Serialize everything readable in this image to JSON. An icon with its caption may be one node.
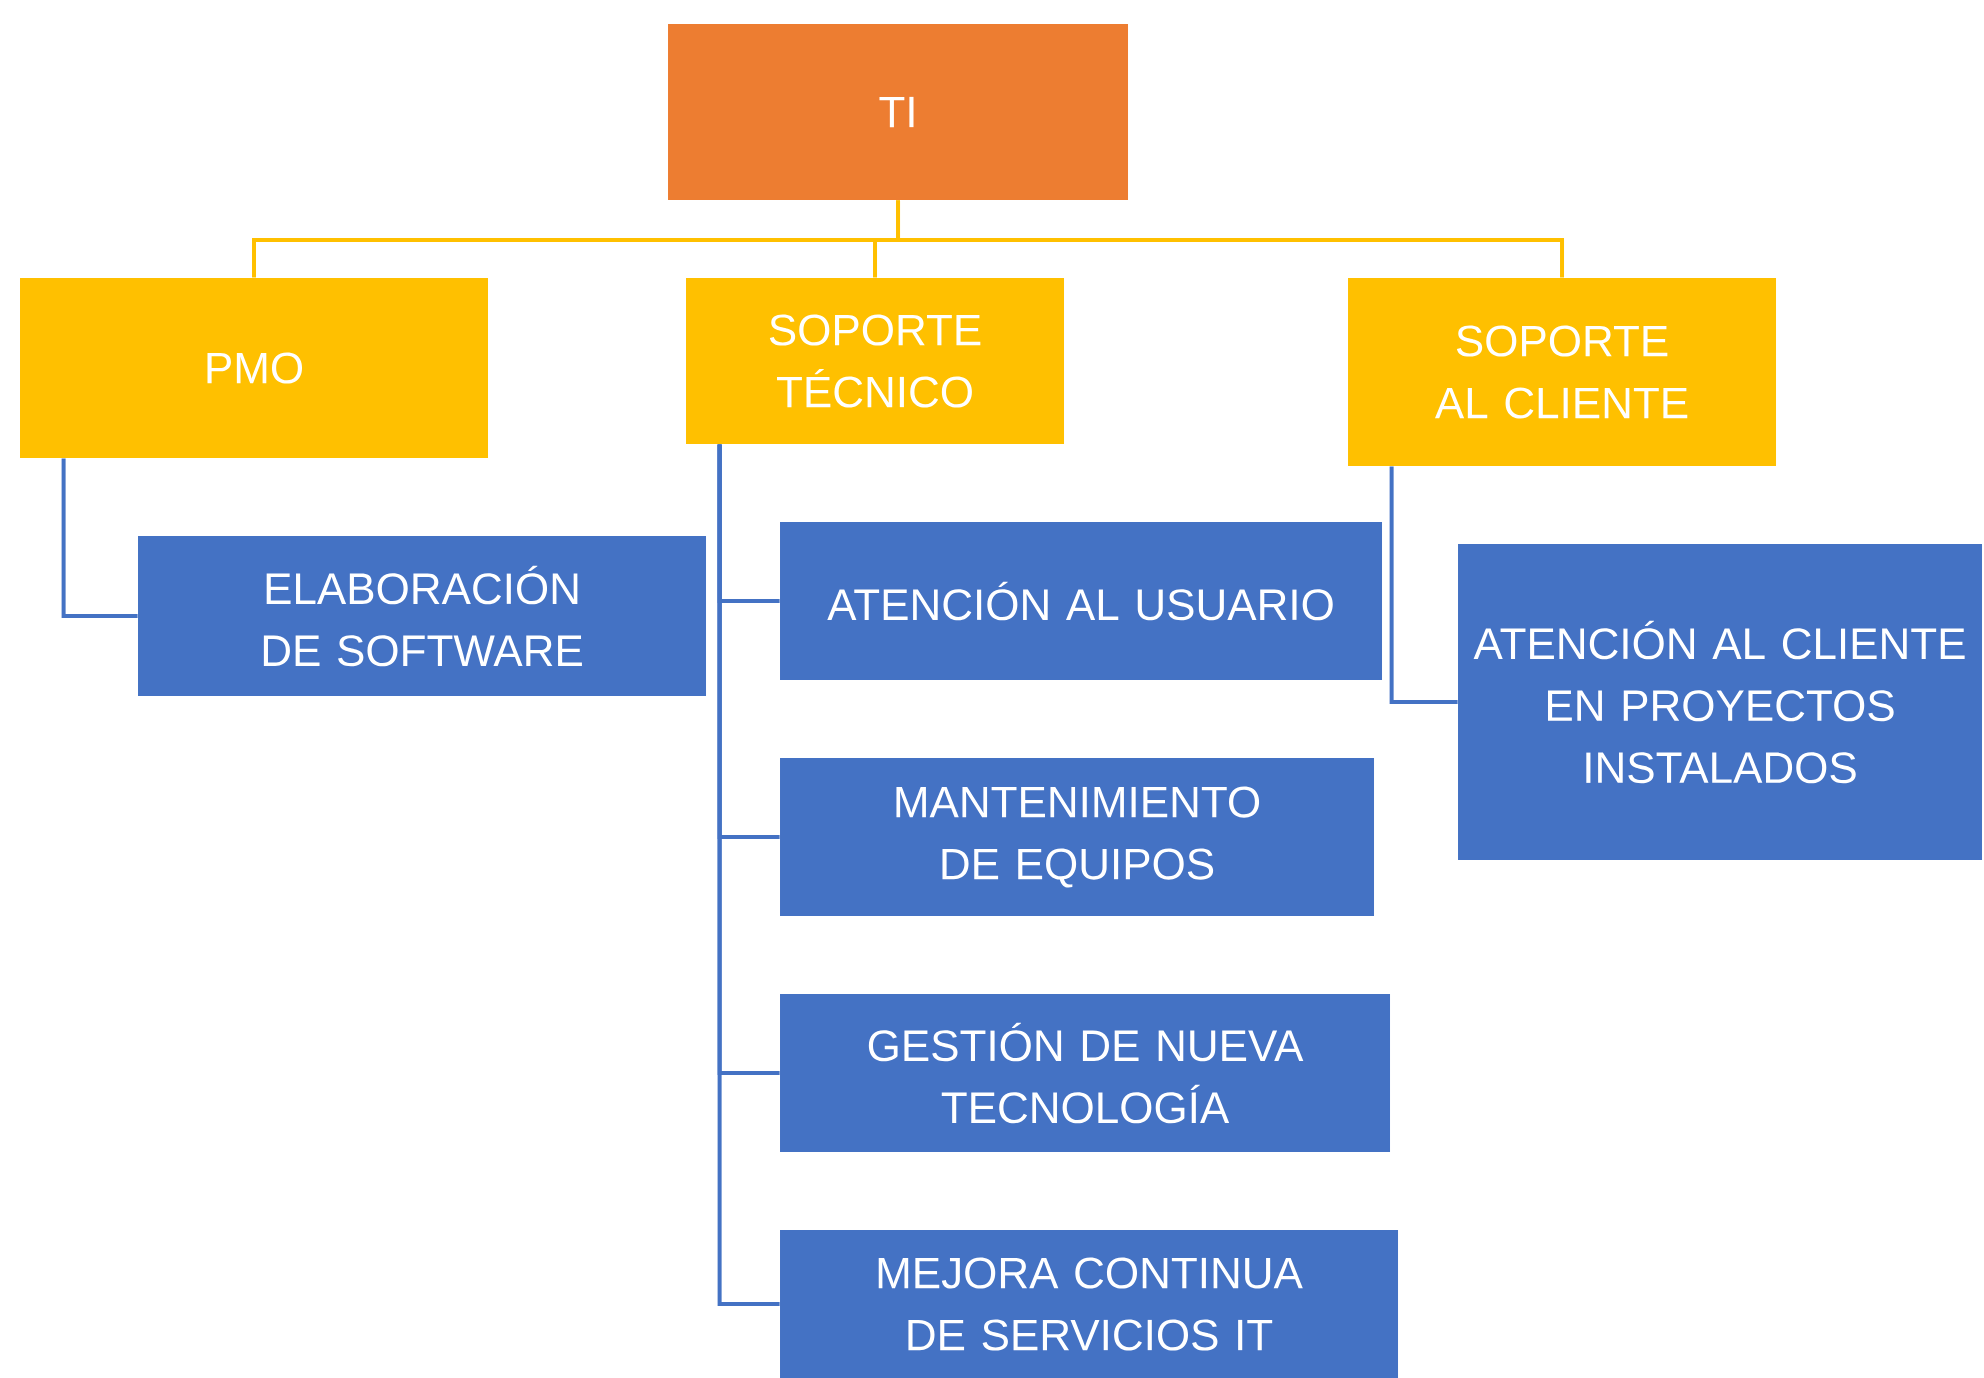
{
  "diagram": {
    "nodes": [
      {
        "text": [
          "TI"
        ]
      },
      {
        "text": [
          "PMO"
        ]
      },
      {
        "text": [
          "SOPORTE TÉCNICO"
        ]
      },
      {
        "text": [
          "SOPORTE AL CLIENTE"
        ]
      },
      {
        "text": [
          "ELABORACIÓN DE SOFTWARE"
        ]
      },
      {
        "text": [
          "ATENCIÓN AL USUARIO"
        ]
      },
      {
        "text": [
          "MANTENIMIENTO DE EQUIPOS"
        ]
      },
      {
        "text": [
          "GESTIÓN DE NUEVA TECNOLOGÍA"
        ]
      },
      {
        "text": [
          "MEJORA CONTINUA DE SERVICIOS IT"
        ]
      },
      {
        "text": [
          "ATENCIÓN AL CLIENTE EN PROYECTOS INSTALADOS"
        ]
      }
    ],
    "edges": [
      {
        "from": 0,
        "to": 1,
        "arrow": "none",
        "color": "#ffc000"
      },
      {
        "from": 0,
        "to": 2,
        "arrow": "none",
        "color": "#ffc000"
      },
      {
        "from": 0,
        "to": 3,
        "arrow": "none",
        "color": "#ffc000"
      },
      {
        "from": 1,
        "to": 4,
        "arrow": "none"
      },
      {
        "from": 2,
        "to": 5,
        "arrow": "none"
      },
      {
        "from": 2,
        "to": 6,
        "arrow": "none"
      },
      {
        "from": 2,
        "to": 7,
        "arrow": "none"
      },
      {
        "from": 2,
        "to": 8,
        "arrow": "none"
      },
      {
        "from": 3,
        "to": 9,
        "arrow": "none"
      }
    ]
  }
}
